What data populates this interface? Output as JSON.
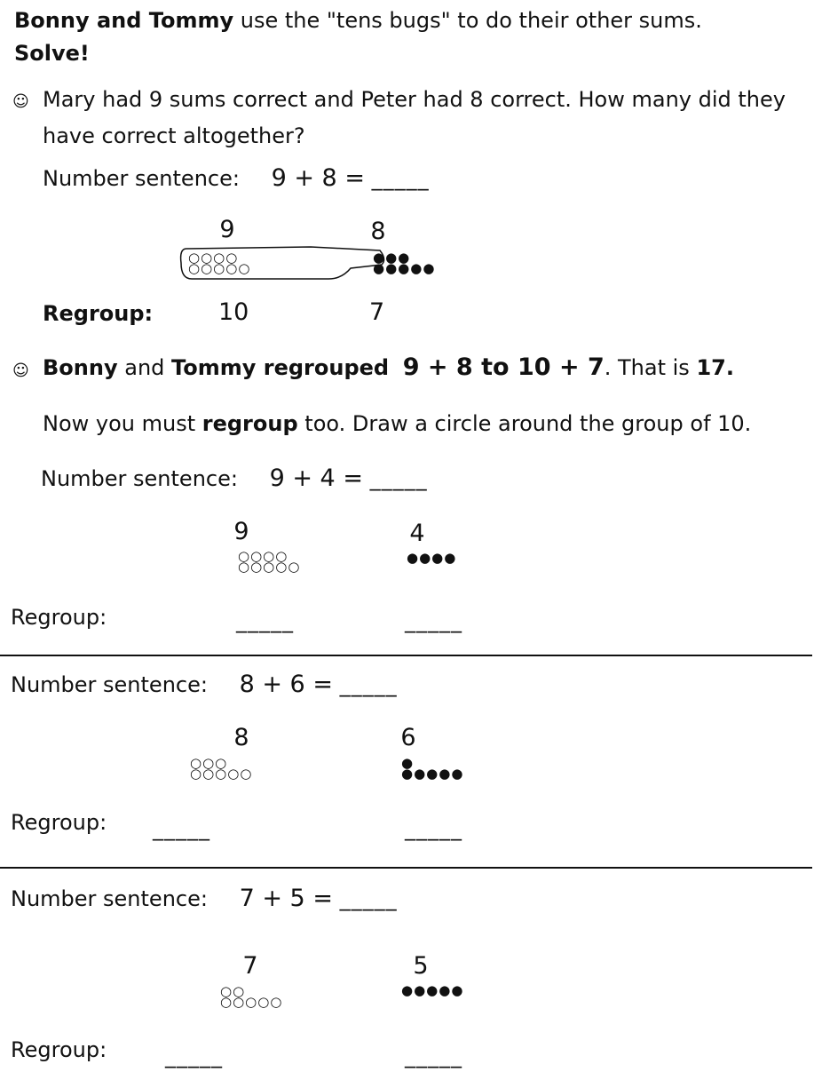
{
  "intro": {
    "names": "Bonny and Tommy",
    "text": "use the \"tens bugs\" to do their other sums.",
    "solve": "Solve!"
  },
  "q1": {
    "bullet": "☺",
    "line1": "Mary had 9 sums correct and Peter had 8 correct.  How many did they",
    "line2": "have correct altogether?",
    "sentence_label": "Number sentence:",
    "sentence_expr": "9  +  8  =",
    "blank": "_____",
    "left_num": "9",
    "right_num": "8",
    "left_row1": "○○○○",
    "left_row2": "○○○○○",
    "right_row1": "●●●",
    "right_row2": "●●●●●",
    "regroup_label": "Regroup:",
    "regroup_left": "10",
    "regroup_right": "7"
  },
  "explain": {
    "bullet": "☺",
    "bonny": "Bonny",
    "and": "and",
    "tommy": "Tommy regrouped",
    "expr": "9  +  8   to   10  +  7",
    "that_is": ".  That is",
    "result": "17.",
    "now_a": "Now you must",
    "regroup_word": "regroup",
    "now_b": "too.   Draw a circle around the group of 10."
  },
  "p1": {
    "sentence_label": "Number sentence:",
    "expr": "9  +  4  =",
    "blank": "_____",
    "left_num": "9",
    "right_num": "4",
    "left_row1": "○○○○",
    "left_row2": "○○○○○",
    "right_row1": "●●●●",
    "regroup_label": "Regroup:",
    "blank_left": "_____",
    "blank_right": "_____"
  },
  "p2": {
    "sentence_label": "Number sentence:",
    "expr": "8  +  6  =",
    "blank": "_____",
    "left_num": "8",
    "right_num": "6",
    "left_row1": "○○○",
    "left_row2": "○○○○○",
    "right_row1": "●",
    "right_row2": "●●●●●",
    "regroup_label": "Regroup:",
    "blank_left": "_____",
    "blank_right": "_____"
  },
  "p3": {
    "sentence_label": "Number sentence:",
    "expr": "7  +  5  =",
    "blank": "_____",
    "left_num": "7",
    "right_num": "5",
    "left_row1": "○○",
    "left_row2": "○○○○○",
    "right_row1": "●●●●●",
    "regroup_label": "Regroup:",
    "blank_left": "_____",
    "blank_right": "_____"
  }
}
